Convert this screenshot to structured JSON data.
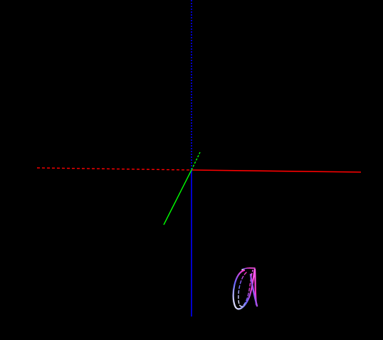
{
  "scene": {
    "background_color": "#000000",
    "axes": [
      {
        "axis": "x",
        "color": "#ff0000",
        "positive_style": "solid",
        "negative_style": "dashed"
      },
      {
        "axis": "y",
        "color": "#00ff00",
        "positive_style": "solid",
        "negative_style": "dashed"
      },
      {
        "axis": "z",
        "color": "#0000ff",
        "positive_style": "solid",
        "negative_style": "dashed"
      }
    ],
    "object": {
      "type": "wireframe-ribbon-loop",
      "gradient_colors": [
        "#ffffff",
        "#6666ff",
        "#ff33cc",
        "#ff66ff"
      ]
    }
  }
}
